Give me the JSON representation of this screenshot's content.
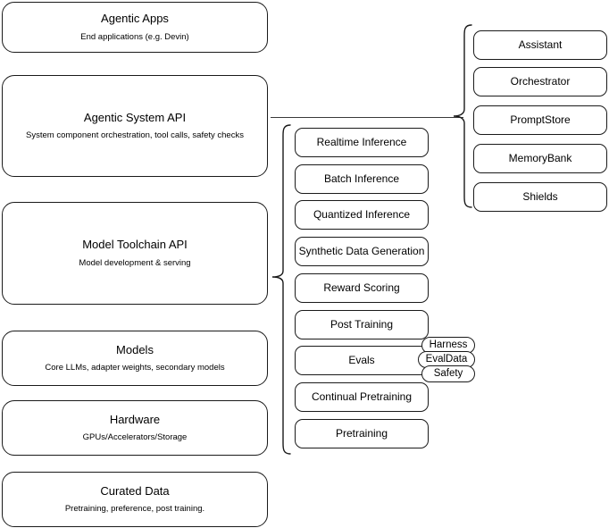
{
  "diagram": {
    "title": "Agentic AI stack layers",
    "stroke_color": "#1a1a1a",
    "background_color": "#ffffff"
  },
  "layers": [
    {
      "id": "agentic-apps",
      "title": "Agentic Apps",
      "subtitle": "End applications (e.g. Devin)"
    },
    {
      "id": "agentic-system-api",
      "title": "Agentic System API",
      "subtitle": "System component orchestration, tool calls, safety checks"
    },
    {
      "id": "model-toolchain-api",
      "title": "Model Toolchain API",
      "subtitle": "Model development & serving"
    },
    {
      "id": "models",
      "title": "Models",
      "subtitle": "Core LLMs, adapter weights, secondary models"
    },
    {
      "id": "hardware",
      "title": "Hardware",
      "subtitle": "GPUs/Accelerators/Storage"
    },
    {
      "id": "curated-data",
      "title": "Curated Data",
      "subtitle": "Pretraining, preference, post training."
    }
  ],
  "toolchain_components": [
    {
      "label": "Realtime Inference"
    },
    {
      "label": "Batch Inference"
    },
    {
      "label": "Quantized Inference"
    },
    {
      "label": "Synthetic Data Generation"
    },
    {
      "label": "Reward Scoring"
    },
    {
      "label": "Post Training"
    },
    {
      "label": "Evals"
    },
    {
      "label": "Continual Pretraining"
    },
    {
      "label": "Pretraining"
    }
  ],
  "eval_tags": [
    {
      "label": "Harness"
    },
    {
      "label": "EvalData"
    },
    {
      "label": "Safety"
    }
  ],
  "system_components": [
    {
      "label": "Assistant"
    },
    {
      "label": "Orchestrator"
    },
    {
      "label": "PromptStore"
    },
    {
      "label": "MemoryBank"
    },
    {
      "label": "Shields"
    }
  ]
}
